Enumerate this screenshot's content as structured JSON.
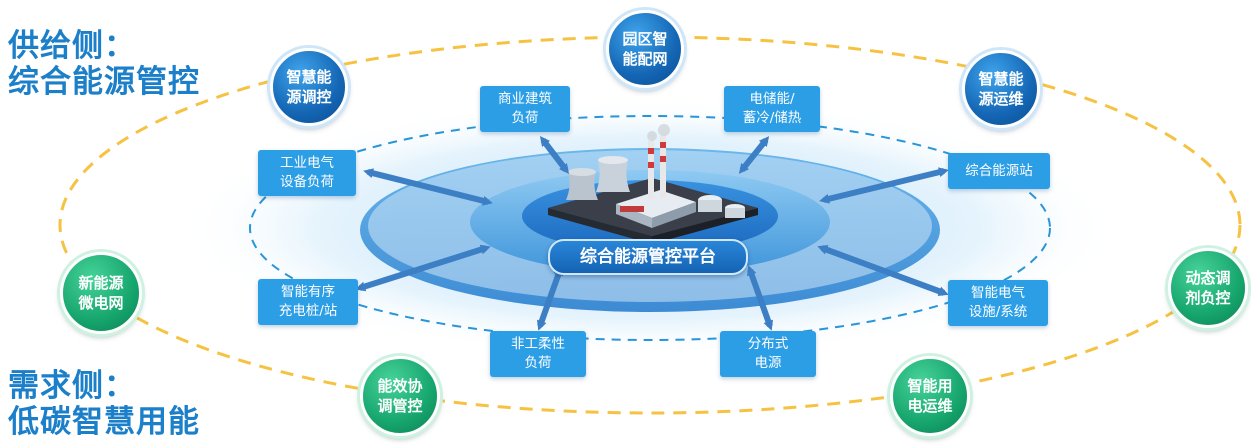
{
  "headings": {
    "supply_line1": "供给侧：",
    "supply_line2": "综合能源管控",
    "demand_line1": "需求侧：",
    "demand_line2": "低碳智慧用能"
  },
  "center_label": "综合能源管控平台",
  "boxes": {
    "commercial": [
      "商业建筑",
      "负荷"
    ],
    "storage": [
      "电储能/",
      "蓄冷/储热"
    ],
    "industrial": [
      "工业电气",
      "设备负荷"
    ],
    "energy_station": [
      "综合能源站"
    ],
    "charging": [
      "智能有序",
      "充电桩/站"
    ],
    "smart_electric": [
      "智能电气",
      "设施/系统"
    ],
    "flexible": [
      "非工柔性",
      "负荷"
    ],
    "distributed": [
      "分布式",
      "电源"
    ]
  },
  "circles": {
    "park_grid": [
      "园区智",
      "能配网"
    ],
    "dispatch": [
      "智慧能",
      "源调控"
    ],
    "ops": [
      "智慧能",
      "源运维"
    ],
    "microgrid": [
      "新能源",
      "微电网"
    ],
    "dynamic_load": [
      "动态调",
      "剂负控"
    ],
    "efficiency": [
      "能效协",
      "调管控"
    ],
    "smart_use": [
      "智能用",
      "电运维"
    ]
  },
  "colors": {
    "heading": "#1b7fc9",
    "box": "#2b9ee6",
    "circle_blue": "#1466b4",
    "circle_green": "#16a56d",
    "dashed_ring": "#f5c242",
    "inner_dashed_ring": "#2a95d6",
    "arrow": "#3d7fc4"
  }
}
